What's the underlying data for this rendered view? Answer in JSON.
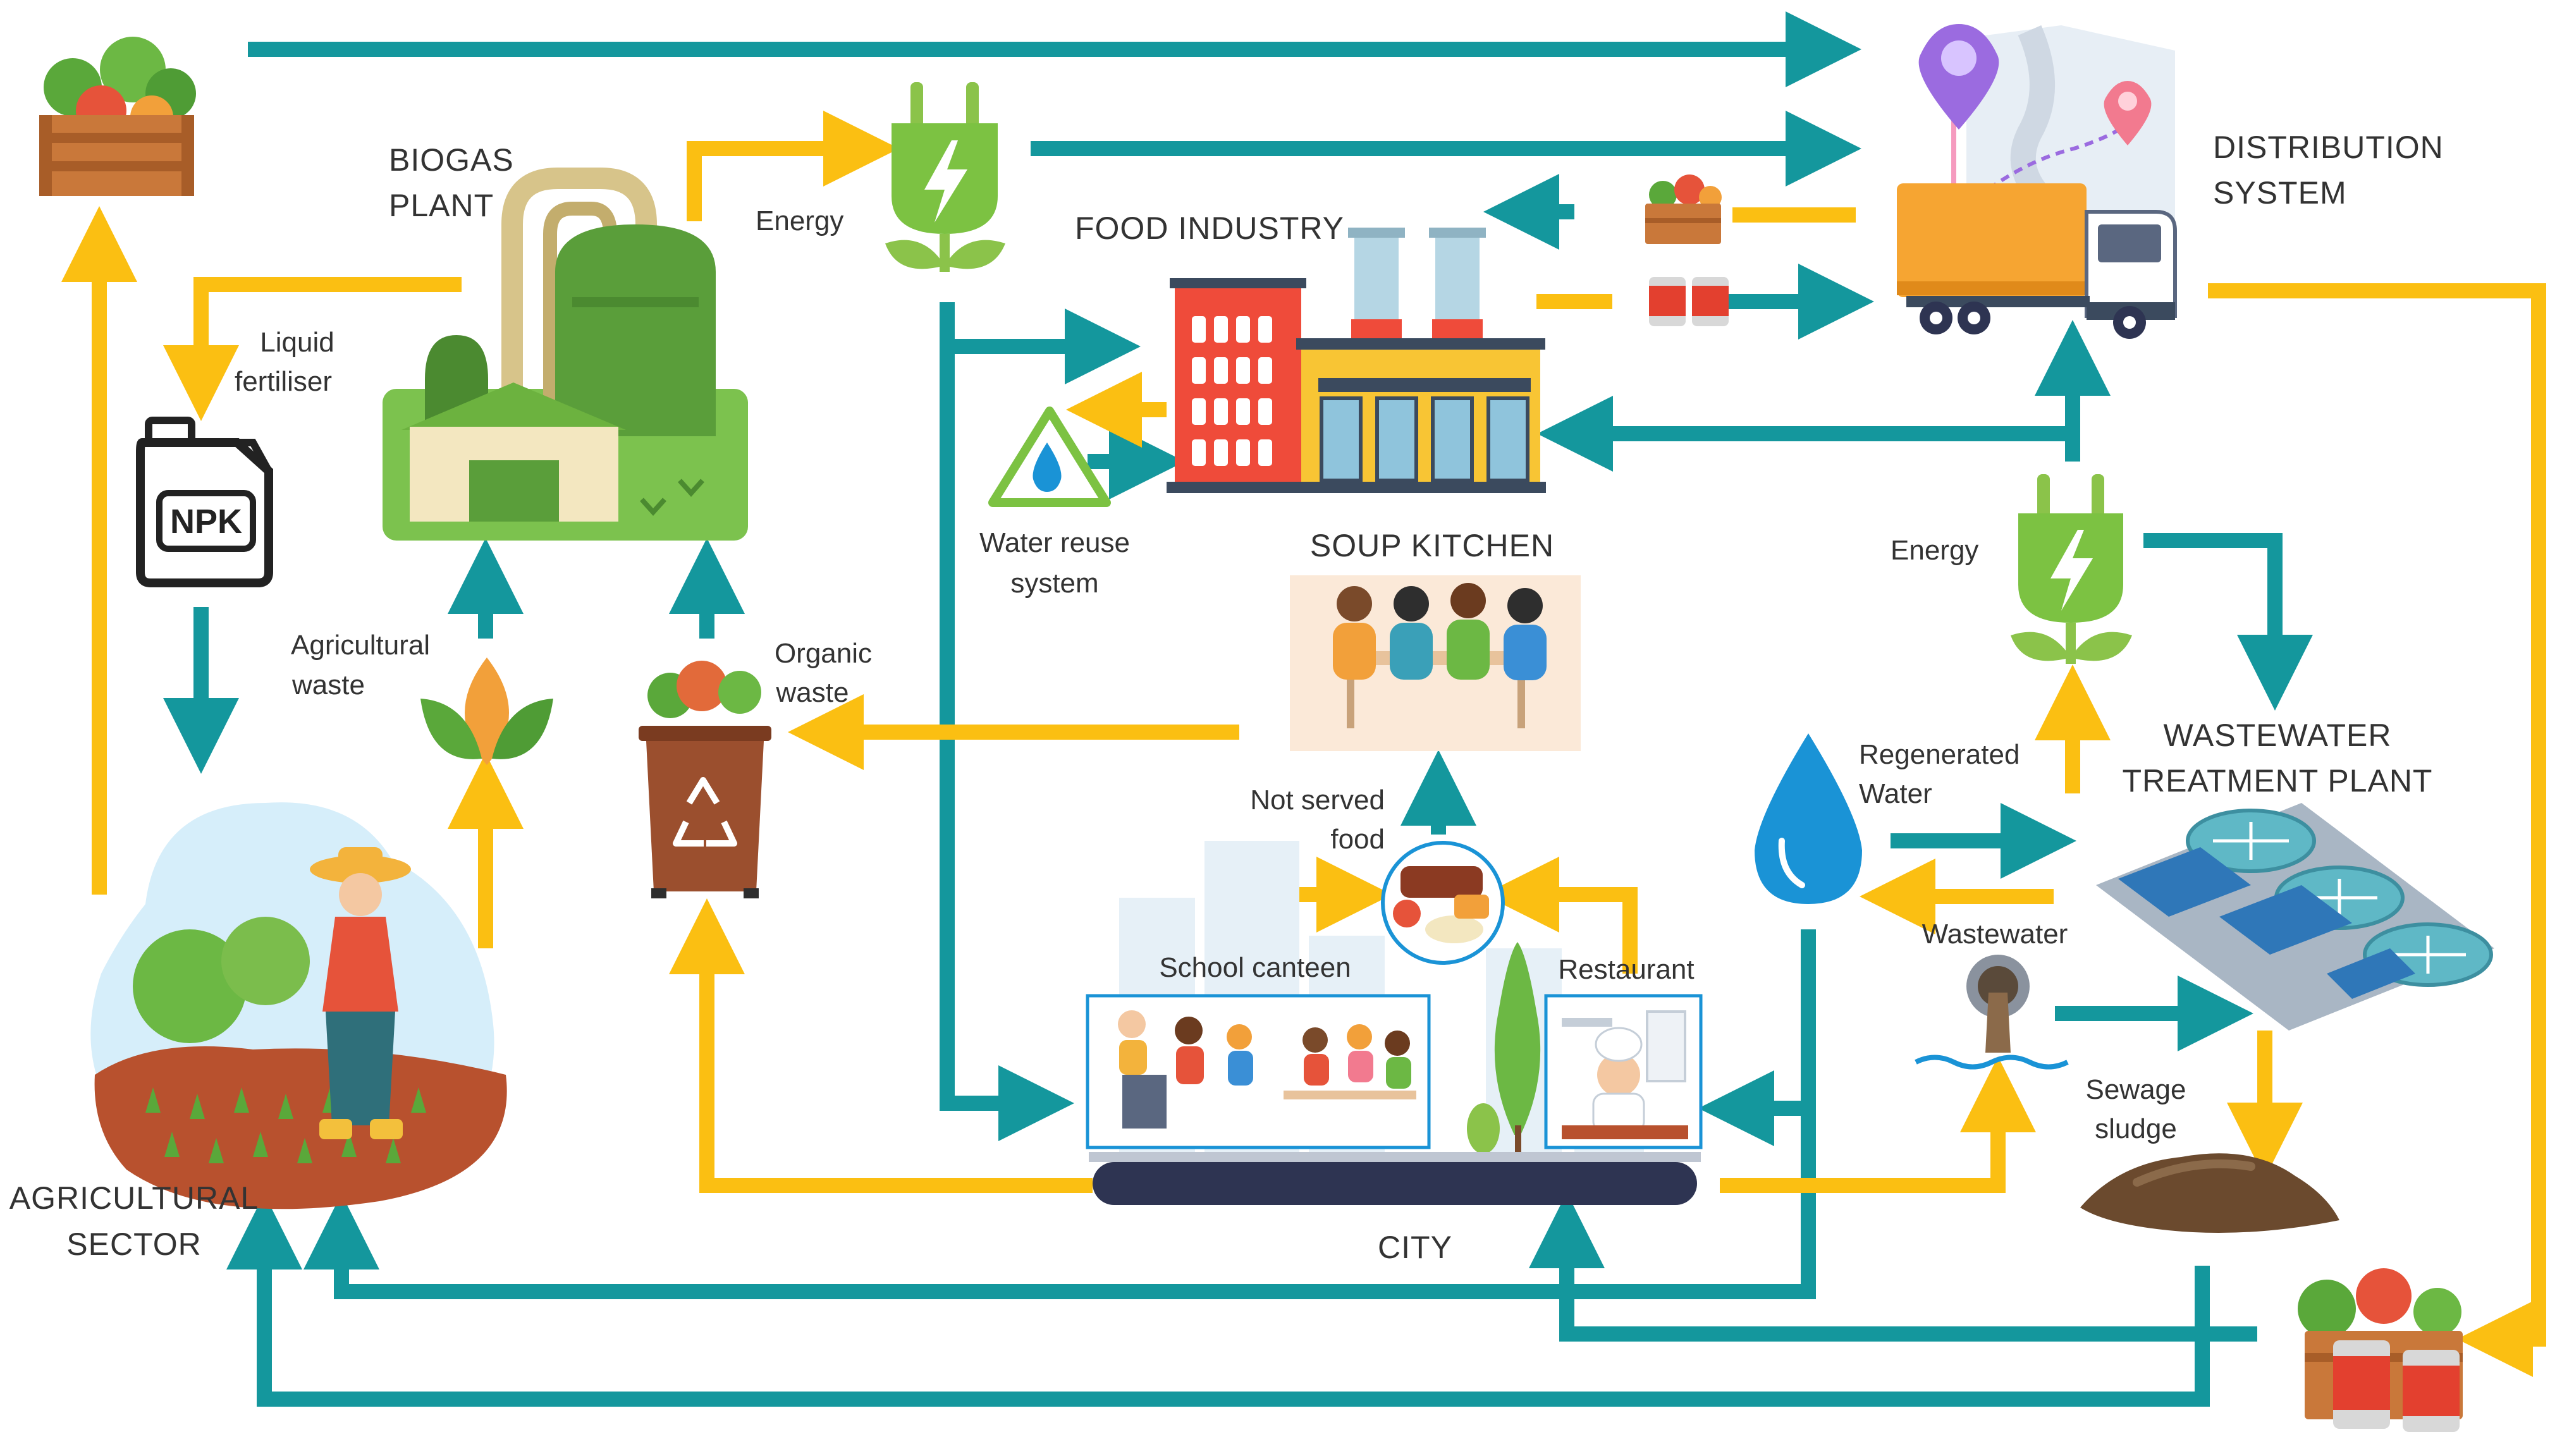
{
  "nodes": {
    "biogas_plant": [
      "BIOGAS",
      "PLANT"
    ],
    "liquid_fertiliser": [
      "Liquid",
      "fertiliser"
    ],
    "npk": "NPK",
    "energy_top": "Energy",
    "food_industry": "FOOD INDUSTRY",
    "distribution_system": [
      "DISTRIBUTION",
      "SYSTEM"
    ],
    "water_reuse_system": [
      "Water reuse",
      "system"
    ],
    "soup_kitchen": "SOUP KITCHEN",
    "agricultural_waste": [
      "Agricultural",
      "waste"
    ],
    "organic_waste": [
      "Organic",
      "waste"
    ],
    "not_served_food": [
      "Not served",
      "food"
    ],
    "school_canteen": "School canteen",
    "restaurant": "Restaurant",
    "city": "CITY",
    "agricultural_sector": [
      "AGRICULTURAL",
      "SECTOR"
    ],
    "energy_right": "Energy",
    "wastewater_treatment_plant": [
      "WASTEWATER",
      "TREATMENT PLANT"
    ],
    "regenerated_water": [
      "Regenerated",
      "Water"
    ],
    "wastewater": "Wastewater",
    "sewage_sludge": [
      "Sewage",
      "sludge"
    ]
  },
  "colors": {
    "teal_flow": "#14979d",
    "yellow_flow": "#fbbf12",
    "green": "#5a9e3a",
    "light_green": "#7bbd4c",
    "factory_red": "#ef4b3a",
    "factory_yellow": "#f8c534",
    "bin_brown": "#9b4f2e",
    "truck_orange": "#f6a532",
    "water_blue": "#1a93d6",
    "city_dark": "#2e3452"
  }
}
